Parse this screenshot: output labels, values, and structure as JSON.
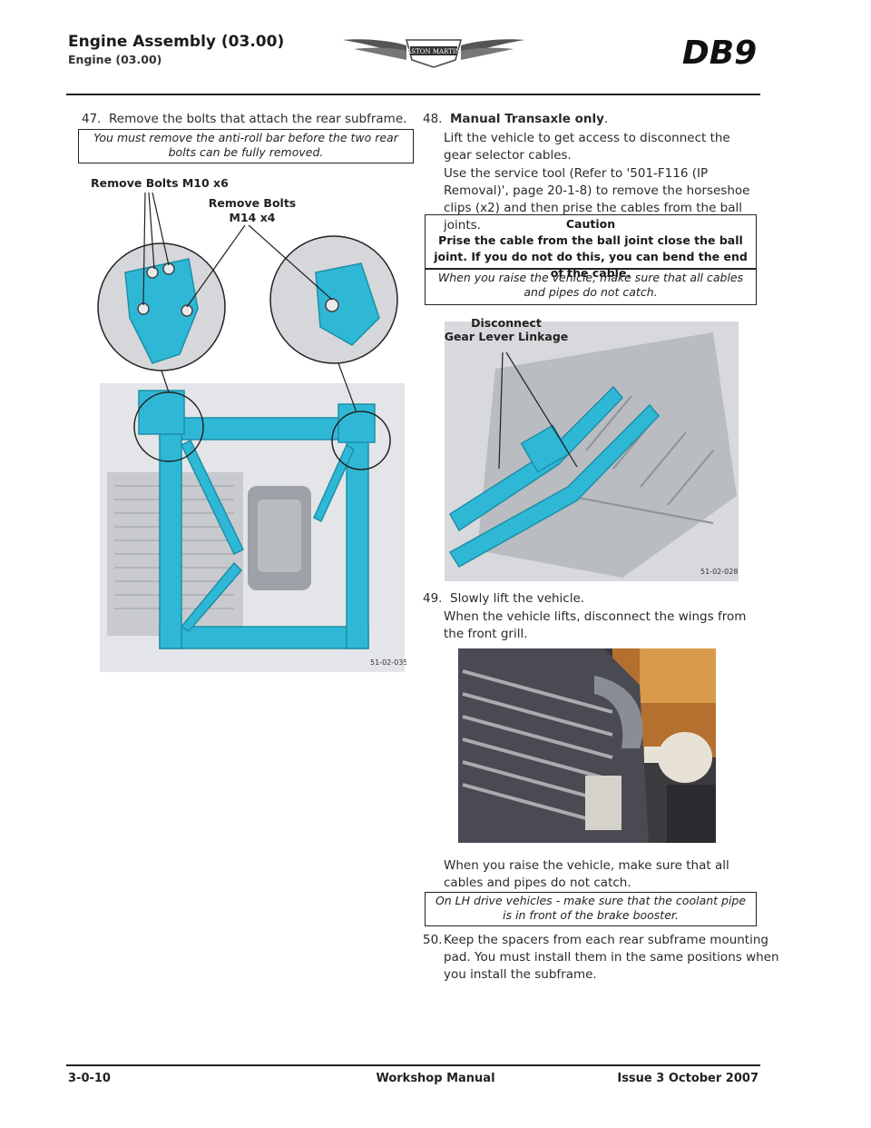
{
  "header": {
    "title": "Engine Assembly (03.00)",
    "subtitle": "Engine (03.00)",
    "logo_text": "ASTON MARTIN",
    "model": "DB9"
  },
  "step47": {
    "num": "47.",
    "text": "Remove the bolts that attach the rear subframe.",
    "note": "You must remove the  anti-roll bar before the two rear bolts can be fully removed.",
    "fig": {
      "label1": "Remove Bolts M10 x6",
      "label2a": "Remove Bolts",
      "label2b": "M14 x4",
      "ref": "51-02-035"
    }
  },
  "step48": {
    "num": "48.",
    "title": "Manual Transaxle only",
    "title_suffix": ".",
    "p1": "Lift the vehicle to get access to disconnect the gear selector cables.",
    "p2": "Use the service tool (Refer to '501-F116 (IP Removal)', page 20-1-8) to remove the horseshoe clips (x2) and then prise the cables from the ball joints.",
    "caution_head": "Caution",
    "caution_body": "Prise the cable from the ball joint close the ball joint. If you do not do this, you can bend the end of the cable.",
    "note": "When you raise the vehicle, make sure that all cables and pipes do not catch.",
    "fig": {
      "label_a": "Disconnect",
      "label_b": "Gear Lever Linkage",
      "ref": "51-02-028"
    }
  },
  "step49": {
    "num": "49.",
    "text": "Slowly lift the vehicle.",
    "p1": "When the vehicle lifts, disconnect the wings from the front grill.",
    "p2": "When you raise the vehicle, make sure that all cables and pipes do not catch.",
    "note": "On LH drive vehicles - make sure that the coolant pipe is in front of the brake booster."
  },
  "step50": {
    "num": "50.",
    "text": "Keep the spacers from each rear subframe mounting pad. You must install them in the same positions when you install the subframe."
  },
  "footer": {
    "page": "3-0-10",
    "center": "Workshop Manual",
    "issue": "Issue 3 October 2007"
  }
}
